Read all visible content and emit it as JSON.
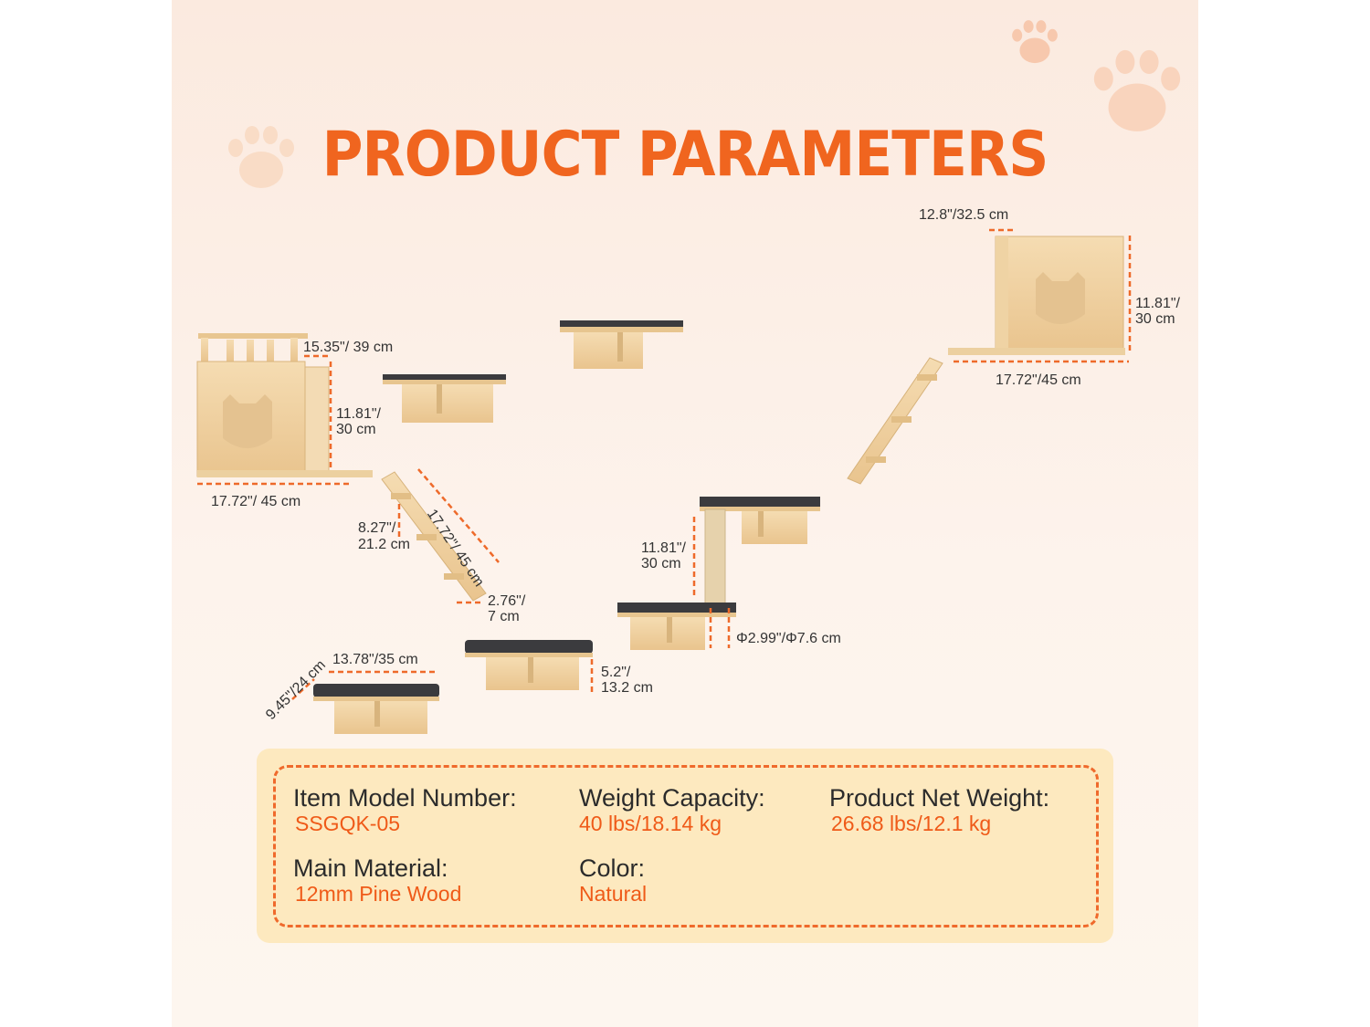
{
  "title": "PRODUCT PARAMETERS",
  "dimensions": {
    "house_left_depth": "15.35\"/ 39 cm",
    "house_left_height_1": "11.81\"/",
    "house_left_height_2": "30 cm",
    "house_left_width": "17.72\"/ 45 cm",
    "ladder_length": "17.72\"/ 45 cm",
    "ladder_step_1": "8.27\"/",
    "ladder_step_2": "21.2 cm",
    "ladder_width_1": "2.76\"/",
    "ladder_width_2": "7 cm",
    "post_height_1": "11.81\"/",
    "post_height_2": "30 cm",
    "post_diameter": "Φ2.99\"/Φ7.6 cm",
    "step_width": "13.78\"/35 cm",
    "step_depth": "9.45\"/24 cm",
    "step_height_1": "5.2\"/",
    "step_height_2": "13.2 cm",
    "house_right_depth": "12.8\"/32.5 cm",
    "house_right_height_1": "11.81\"/",
    "house_right_height_2": "30 cm",
    "house_right_width": "17.72\"/45 cm"
  },
  "specs": {
    "model_label": "Item Model Number:",
    "model_value": "SSGQK-05",
    "capacity_label": "Weight Capacity:",
    "capacity_value": "40 lbs/18.14 kg",
    "net_weight_label": "Product Net Weight:",
    "net_weight_value": "26.68 lbs/12.1 kg",
    "material_label": "Main Material:",
    "material_value": "12mm Pine Wood",
    "color_label": "Color:",
    "color_value": "Natural"
  },
  "colors": {
    "accent": "#f0651f",
    "wood": "#f2d5a6",
    "carpet": "#3b3b3e",
    "spec_bg": "#fde9bf"
  }
}
